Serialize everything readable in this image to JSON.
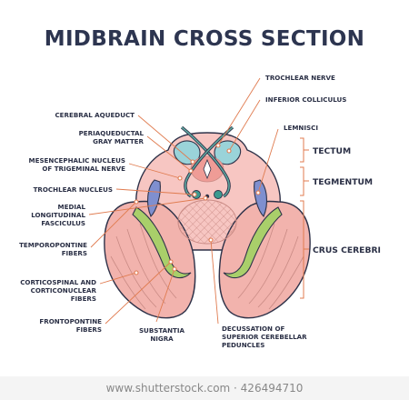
{
  "title": "MIDBRAIN CROSS SECTION",
  "labels": {
    "trochlear_nerve": "TROCHLEAR NERVE",
    "inferior_colliculus": "INFERIOR COLLICULUS",
    "lemnisci": "LEMNISCI",
    "cerebral_aqueduct": "CEREBRAL AQUEDUCT",
    "periaqueductal_1": "PERIAQUEDUCTAL",
    "periaqueductal_2": "GRAY MATTER",
    "mesencephalic_1": "MESENCEPHALIC NUCLEUS",
    "mesencephalic_2": "OF TRIGEMINAL NERVE",
    "trochlear_nucleus": "TROCHLEAR NUCLEUS",
    "mlf_1": "MEDIAL",
    "mlf_2": "LONGITUDINAL",
    "mlf_3": "FASCICULUS",
    "temporopontine_1": "TEMPOROPONTINE",
    "temporopontine_2": "FIBERS",
    "corticospinal_1": "CORTICOSPINAL AND",
    "corticospinal_2": "CORTICONUCLEAR",
    "corticospinal_3": "FIBERS",
    "frontopontine_1": "FRONTOPONTINE",
    "frontopontine_2": "FIBERS",
    "substantia_1": "SUBSTANTIA",
    "substantia_2": "NIGRA",
    "decussation_1": "DECUSSATION OF",
    "decussation_2": "SUPERIOR CEREBELLAR",
    "decussation_3": "PEDUNCLES"
  },
  "regions": {
    "tectum": "TECTUM",
    "tegmentum": "TEGMENTUM",
    "crus_cerebri": "CRUS CEREBRI"
  },
  "watermark": "www.shutterstock.com · 426494710",
  "colors": {
    "title": "#2d3550",
    "leader": "#e07b4f",
    "tissue": "#f7c6c2",
    "crus_fill": "#f2b3ad",
    "outline": "#2e3249",
    "substantia_nigra": "#a9cf6a",
    "lemniscus": "#7f8fcf",
    "colliculus": "#9ad3d9",
    "periaqueductal": "#ef9c96",
    "nuclei": "#3c9a8f"
  }
}
